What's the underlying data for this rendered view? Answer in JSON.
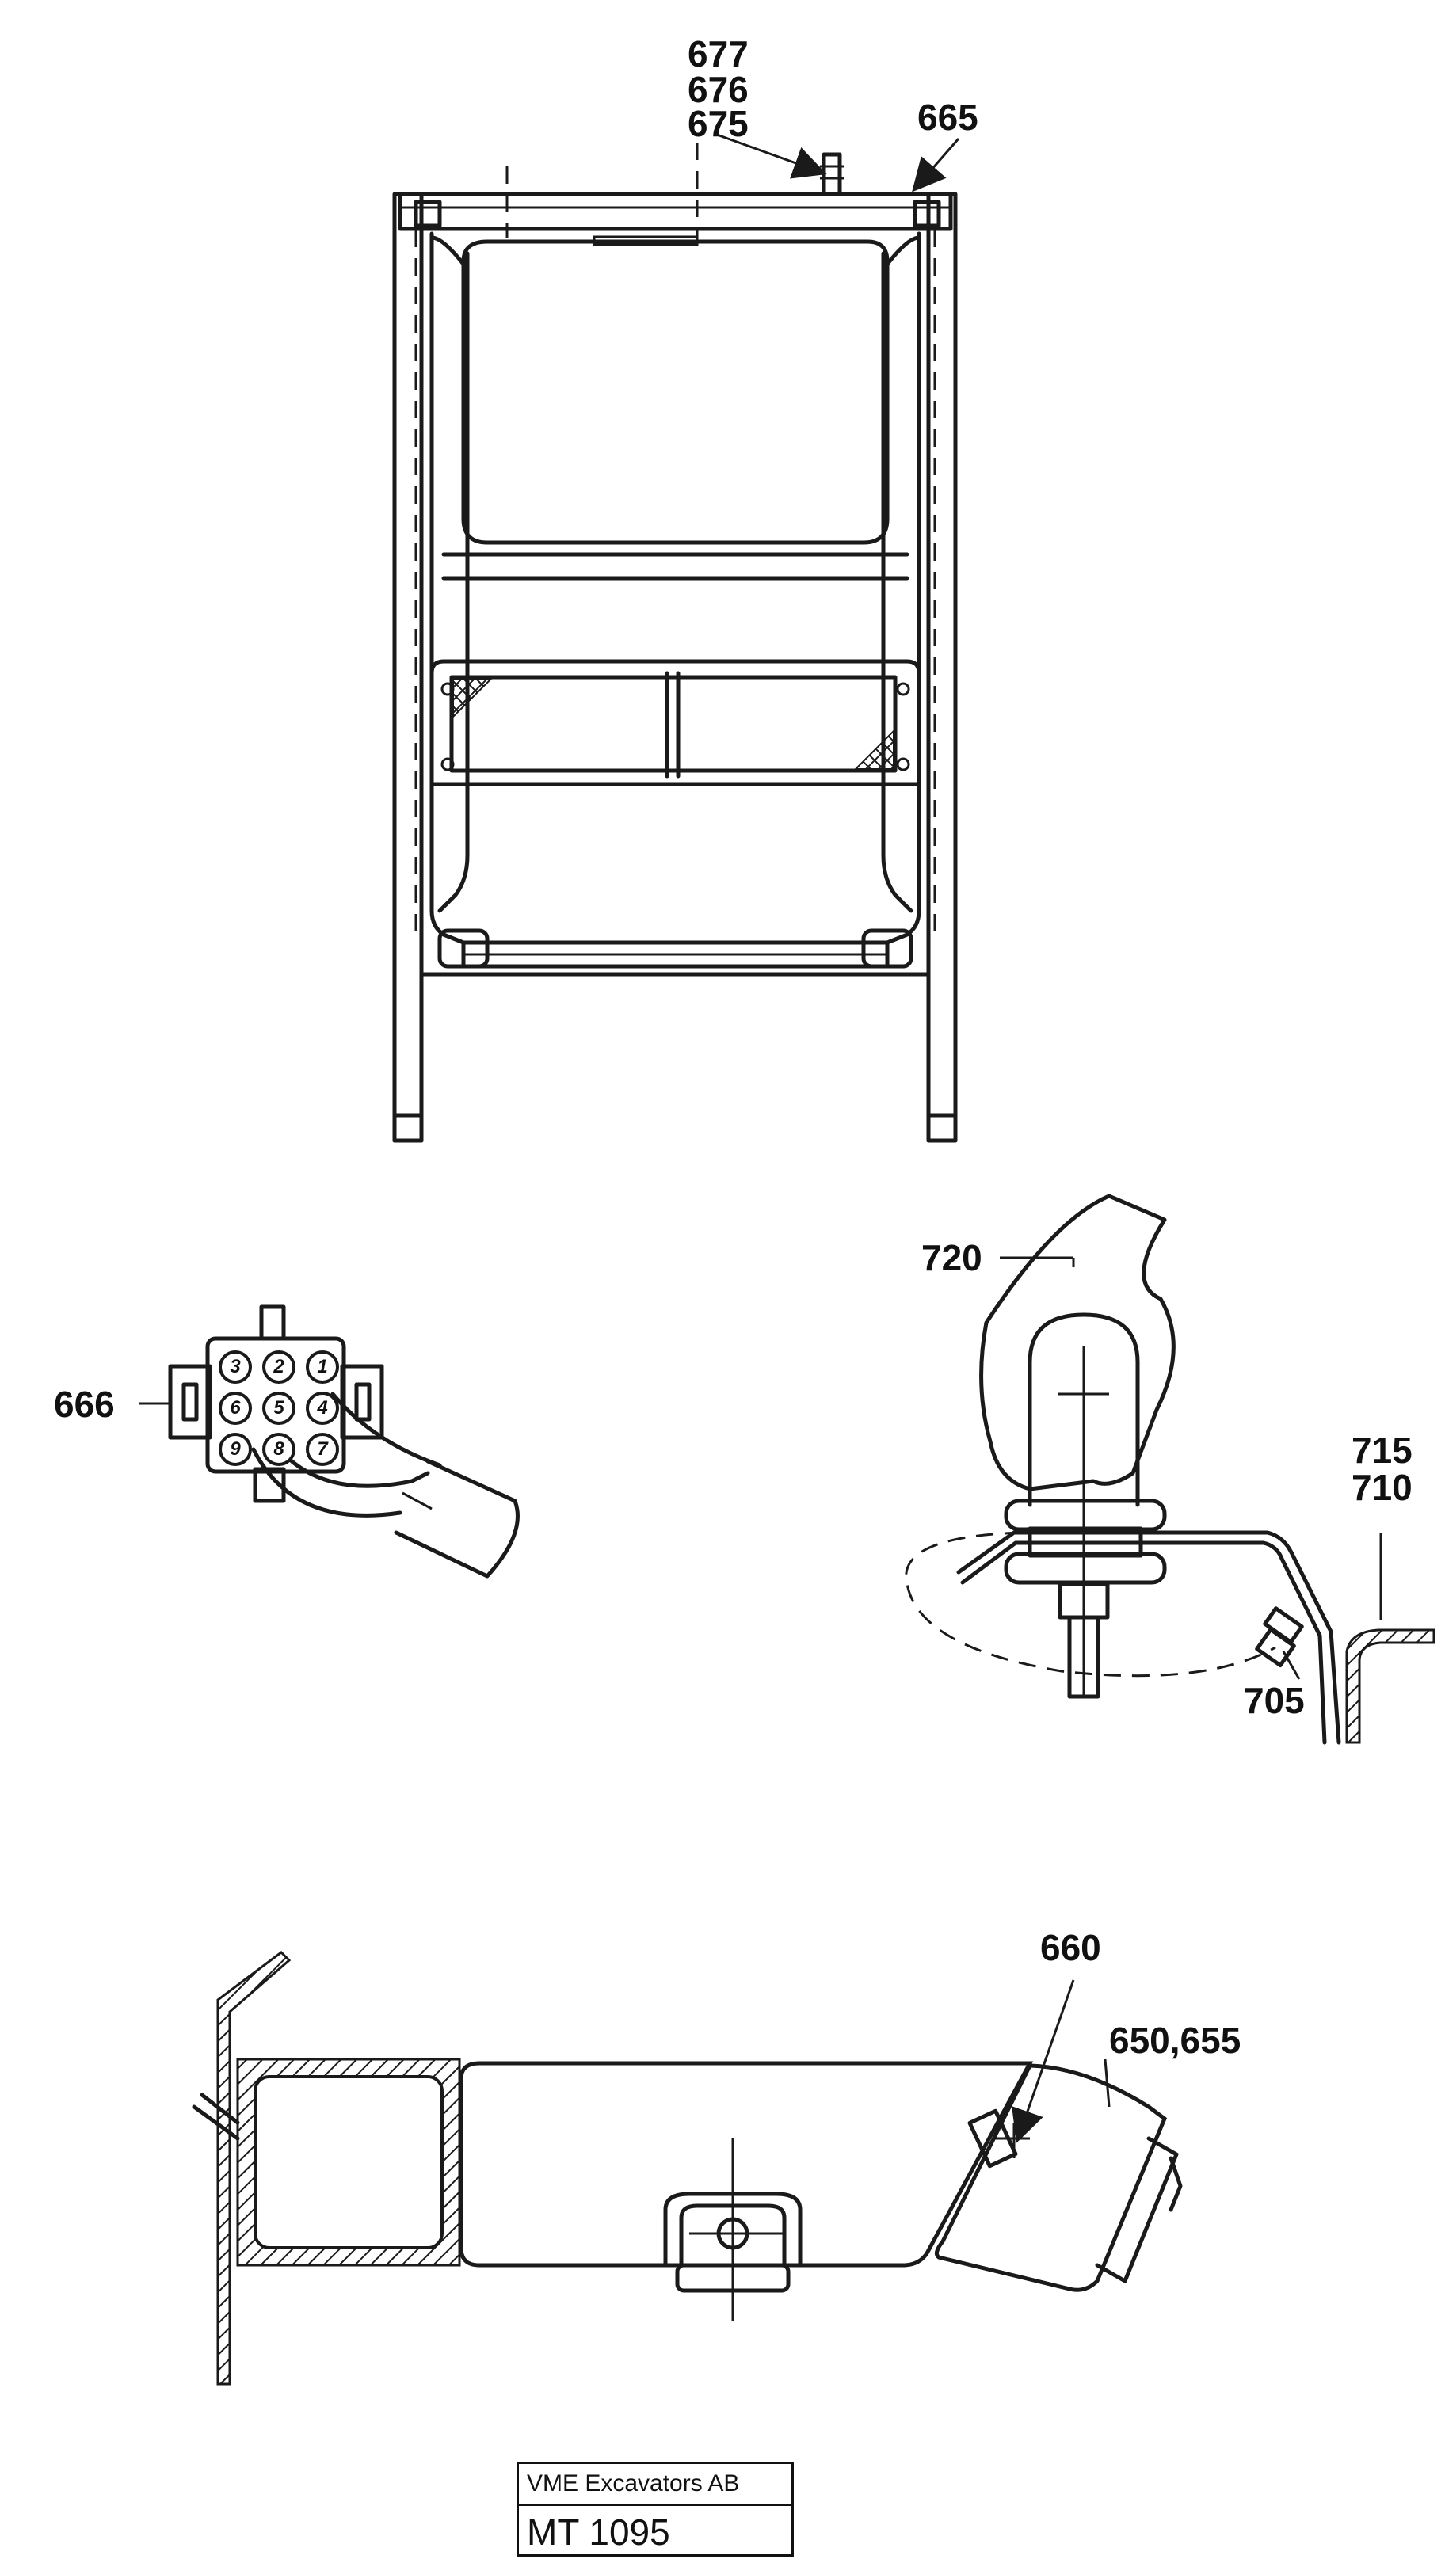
{
  "callouts": {
    "c677": "677",
    "c676": "676",
    "c675": "675",
    "c665": "665",
    "c666": "666",
    "c720": "720",
    "c715": "715",
    "c710": "710",
    "c705": "705",
    "c660": "660",
    "c650": "650,655"
  },
  "connector_pins": [
    "3",
    "2",
    "1",
    "6",
    "5",
    "4",
    "9",
    "8",
    "7"
  ],
  "title_block": {
    "company": "VME Excavators AB",
    "drawing_no": "MT 1095"
  },
  "colors": {
    "ink": "#1a1a1a",
    "paper": "#ffffff"
  }
}
